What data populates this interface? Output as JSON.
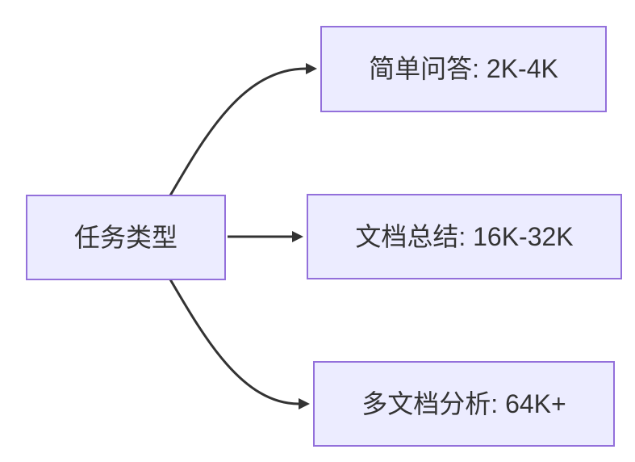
{
  "diagram": {
    "root": {
      "label": "任务类型"
    },
    "children": [
      {
        "label": "简单问答: 2K-4K"
      },
      {
        "label": "文档总结: 16K-32K"
      },
      {
        "label": "多文档分析: 64K+"
      }
    ],
    "edges": [
      {
        "from": "任务类型",
        "to": "简单问答: 2K-4K"
      },
      {
        "from": "任务类型",
        "to": "文档总结: 16K-32K"
      },
      {
        "from": "任务类型",
        "to": "多文档分析: 64K+"
      }
    ],
    "colors": {
      "background": "#FFFFFF",
      "node_fill": "#ECECFF",
      "node_border": "#9370DB",
      "node_text": "#333333",
      "edge_stroke": "#333333"
    }
  }
}
